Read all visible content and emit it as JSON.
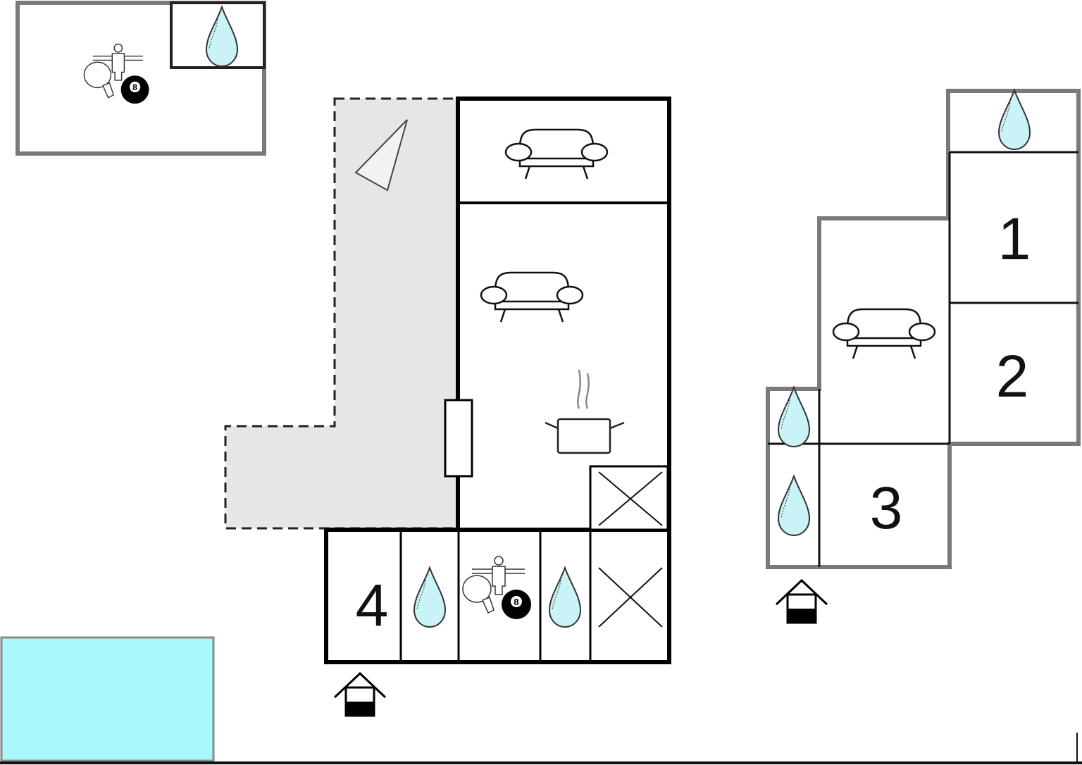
{
  "title": "Floor plan",
  "colors": {
    "water": "#c9f3f6",
    "pool": "#aaf8fc",
    "terrace": "#e6e6e6",
    "wall_main": "#000000",
    "wall_secondary": "#7a7a7a"
  },
  "rooms": {
    "bedroom_1": "1",
    "bedroom_2": "2",
    "bedroom_3": "3",
    "bedroom_4": "4"
  },
  "billiard_ball_label": "8",
  "icons": [
    "bathroom-drop-icon",
    "sofa-icon",
    "kitchen-pot-icon",
    "game-room-icon",
    "entrance-icon",
    "parasol-icon",
    "stairs-cross-icon",
    "pool-area",
    "door"
  ]
}
